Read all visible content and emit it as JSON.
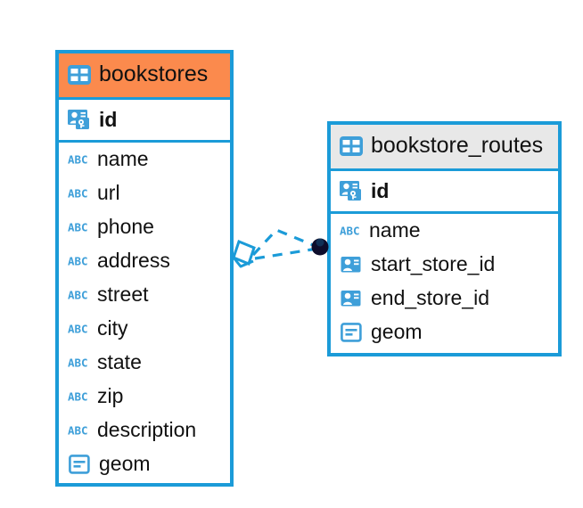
{
  "diagram": {
    "type": "entity-relationship-diagram",
    "background": "#ffffff",
    "accent_color": "#1b9bd8",
    "selected_color": "#fb8a4d",
    "header_plain_color": "#e8e8e8",
    "text_color": "#111111"
  },
  "tables": [
    {
      "name": "bookstores",
      "selected": true,
      "header_icon": "table-icon",
      "columns": [
        {
          "label": "id",
          "icon": "primary-key-icon",
          "kind": "pk",
          "bold": true
        },
        {
          "label": "name",
          "icon": "abc-text-icon",
          "kind": "text",
          "bold": false
        },
        {
          "label": "url",
          "icon": "abc-text-icon",
          "kind": "text",
          "bold": false
        },
        {
          "label": "phone",
          "icon": "abc-text-icon",
          "kind": "text",
          "bold": false
        },
        {
          "label": "address",
          "icon": "abc-text-icon",
          "kind": "text",
          "bold": false
        },
        {
          "label": "street",
          "icon": "abc-text-icon",
          "kind": "text",
          "bold": false
        },
        {
          "label": "city",
          "icon": "abc-text-icon",
          "kind": "text",
          "bold": false
        },
        {
          "label": "state",
          "icon": "abc-text-icon",
          "kind": "text",
          "bold": false
        },
        {
          "label": "zip",
          "icon": "abc-text-icon",
          "kind": "text",
          "bold": false
        },
        {
          "label": "description",
          "icon": "abc-text-icon",
          "kind": "text",
          "bold": false
        },
        {
          "label": "geom",
          "icon": "geometry-icon",
          "kind": "geom",
          "bold": false
        }
      ]
    },
    {
      "name": "bookstore_routes",
      "selected": false,
      "header_icon": "table-icon",
      "columns": [
        {
          "label": "id",
          "icon": "primary-key-icon",
          "kind": "pk",
          "bold": true
        },
        {
          "label": "name",
          "icon": "abc-text-icon",
          "kind": "text",
          "bold": false
        },
        {
          "label": "start_store_id",
          "icon": "foreign-key-icon",
          "kind": "fk",
          "bold": false
        },
        {
          "label": "end_store_id",
          "icon": "foreign-key-icon",
          "kind": "fk",
          "bold": false
        },
        {
          "label": "geom",
          "icon": "geometry-icon",
          "kind": "geom",
          "bold": false
        }
      ]
    }
  ],
  "relationships": [
    {
      "from_table": "bookstore_routes",
      "from_column": "start_store_id",
      "to_table": "bookstores",
      "to_column": "id",
      "source_marker": "filled-circle-marker",
      "target_marker": "diamond-marker",
      "line_style": "dashed"
    },
    {
      "from_table": "bookstore_routes",
      "from_column": "end_store_id",
      "to_table": "bookstores",
      "to_column": "id",
      "source_marker": "filled-circle-marker",
      "target_marker": "diamond-marker",
      "line_style": "dashed"
    }
  ]
}
